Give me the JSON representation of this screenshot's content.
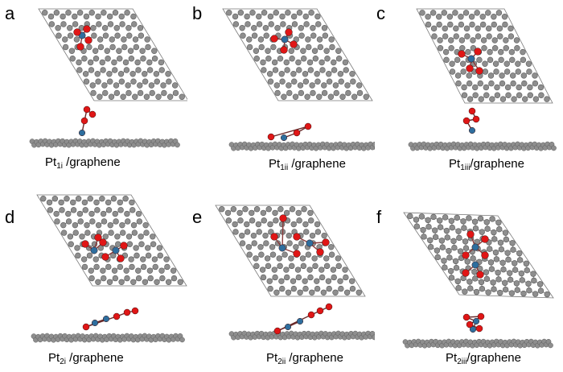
{
  "colors": {
    "carbon": "#8e8e8e",
    "carbon_edge": "#5c5c5c",
    "oxygen": "#e01616",
    "platinum": "#2e6e9e",
    "bond": "#9a9a9a",
    "cell": "#7a7a7a"
  },
  "panels": [
    {
      "id": "a",
      "label": "a",
      "caption_main": "Pt",
      "caption_sub": "1i",
      "caption_rest": " /graphene",
      "variant": "1i"
    },
    {
      "id": "b",
      "label": "b",
      "caption_main": "Pt",
      "caption_sub": "1ii",
      "caption_rest": " /graphene",
      "variant": "1ii"
    },
    {
      "id": "c",
      "label": "c",
      "caption_main": "Pt",
      "caption_sub": "1iii",
      "caption_rest": "/graphene",
      "variant": "1iii"
    },
    {
      "id": "d",
      "label": "d",
      "caption_main": "Pt",
      "caption_sub": "2i",
      "caption_rest": " /graphene",
      "variant": "2i"
    },
    {
      "id": "e",
      "label": "e",
      "caption_main": "Pt",
      "caption_sub": "2ii",
      "caption_rest": " /graphene",
      "variant": "2ii"
    },
    {
      "id": "f",
      "label": "f",
      "caption_main": "Pt",
      "caption_sub": "2iii",
      "caption_rest": "/graphene",
      "variant": "2iii"
    }
  ]
}
